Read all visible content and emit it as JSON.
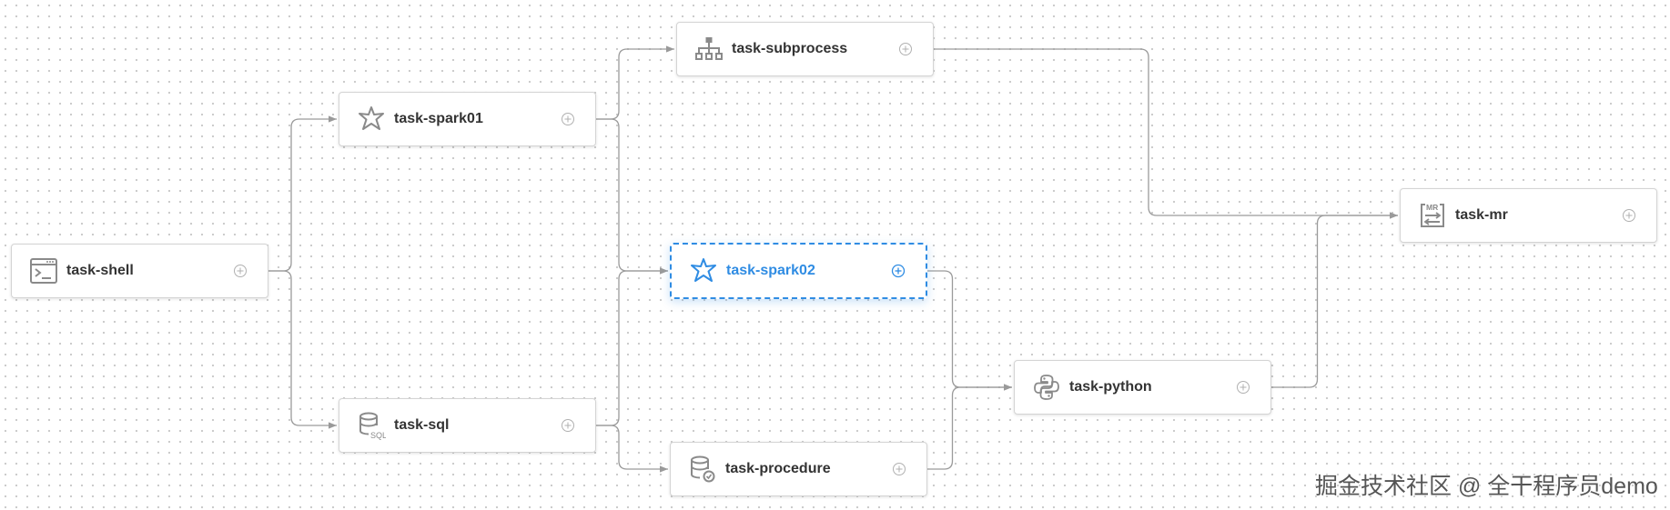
{
  "workflow": {
    "nodes": [
      {
        "id": "task-shell",
        "label": "task-shell",
        "icon": "shell-icon",
        "selected": false
      },
      {
        "id": "task-spark01",
        "label": "task-spark01",
        "icon": "spark-icon",
        "selected": false
      },
      {
        "id": "task-sql",
        "label": "task-sql",
        "icon": "sql-icon",
        "selected": false
      },
      {
        "id": "task-subprocess",
        "label": "task-subprocess",
        "icon": "subprocess-icon",
        "selected": false
      },
      {
        "id": "task-spark02",
        "label": "task-spark02",
        "icon": "spark-icon",
        "selected": true
      },
      {
        "id": "task-procedure",
        "label": "task-procedure",
        "icon": "procedure-icon",
        "selected": false
      },
      {
        "id": "task-python",
        "label": "task-python",
        "icon": "python-icon",
        "selected": false
      },
      {
        "id": "task-mr",
        "label": "task-mr",
        "icon": "mr-icon",
        "selected": false
      }
    ],
    "edges": [
      {
        "from": "task-shell",
        "to": "task-spark01"
      },
      {
        "from": "task-shell",
        "to": "task-sql"
      },
      {
        "from": "task-spark01",
        "to": "task-subprocess"
      },
      {
        "from": "task-spark01",
        "to": "task-spark02"
      },
      {
        "from": "task-sql",
        "to": "task-spark02"
      },
      {
        "from": "task-sql",
        "to": "task-procedure"
      },
      {
        "from": "task-spark02",
        "to": "task-python"
      },
      {
        "from": "task-procedure",
        "to": "task-python"
      },
      {
        "from": "task-subprocess",
        "to": "task-mr"
      },
      {
        "from": "task-python",
        "to": "task-mr"
      }
    ],
    "icon_labels": {
      "sql": "SQL",
      "mr": "MR"
    }
  },
  "colors": {
    "accent": "#2f8ce3",
    "node_text": "#333333",
    "edge": "#9a9a9a",
    "icon": "#8a8a8a"
  },
  "watermark": "掘金技术社区 @ 全干程序员demo"
}
